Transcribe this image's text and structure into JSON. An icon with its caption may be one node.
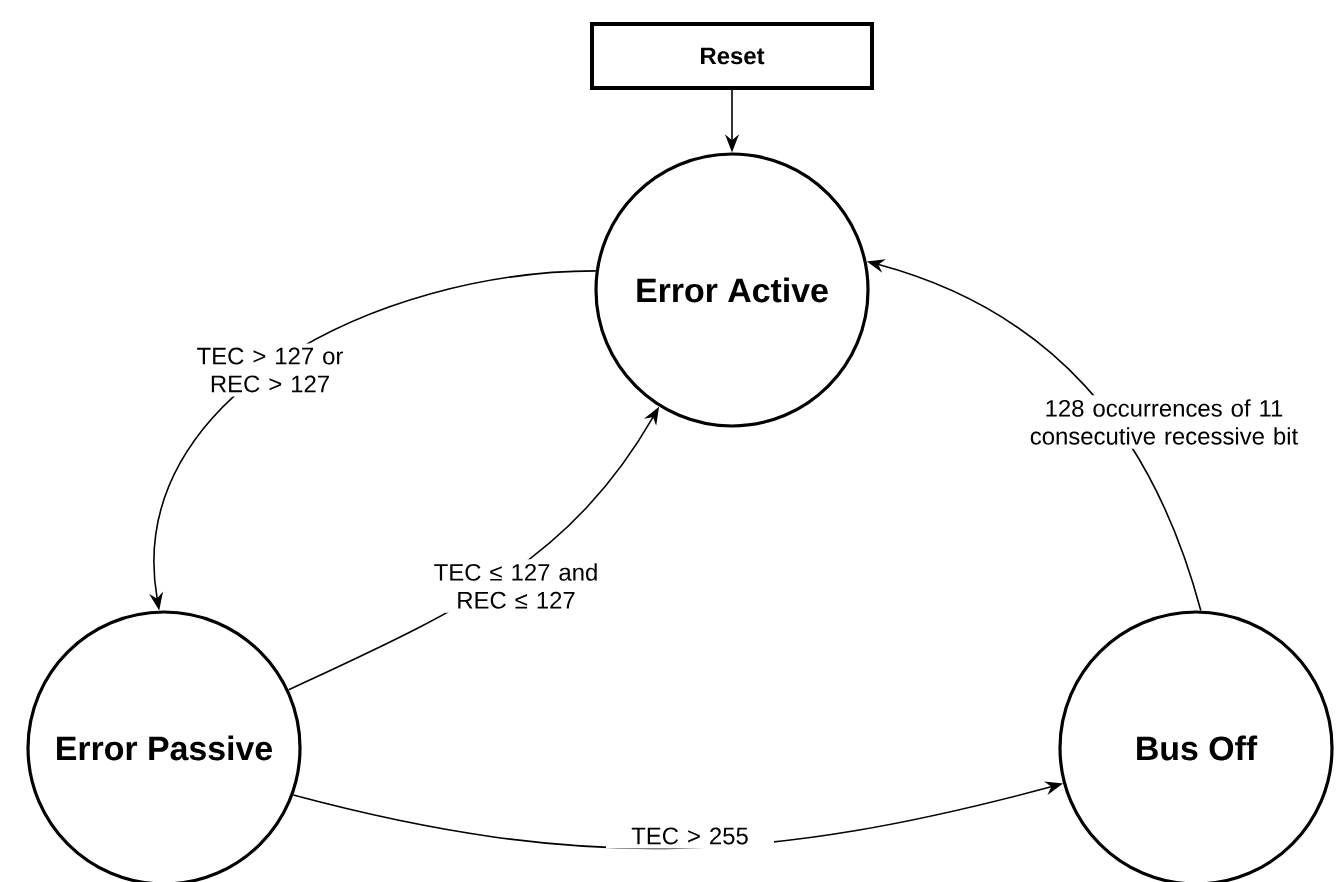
{
  "diagram": {
    "nodes": [
      {
        "text": [
          "Reset"
        ]
      },
      {
        "text": [
          "Error Active"
        ]
      },
      {
        "text": [
          "Error Passive"
        ]
      },
      {
        "text": [
          "Bus Off"
        ]
      }
    ],
    "edges": [
      {
        "from": 0,
        "to": 1,
        "arrow": "to"
      },
      {
        "from": 1,
        "to": 2,
        "arrow": "to",
        "label": "TEC > 127 or REC > 127"
      },
      {
        "from": 2,
        "to": 1,
        "arrow": "to",
        "label": "TEC ≤ 127 and REC ≤ 127"
      },
      {
        "from": 2,
        "to": 3,
        "arrow": "to",
        "label": "TEC > 255"
      },
      {
        "from": 3,
        "to": 1,
        "arrow": "to",
        "label": "128 occurrences of 11 consecutive recessive bit"
      }
    ]
  }
}
